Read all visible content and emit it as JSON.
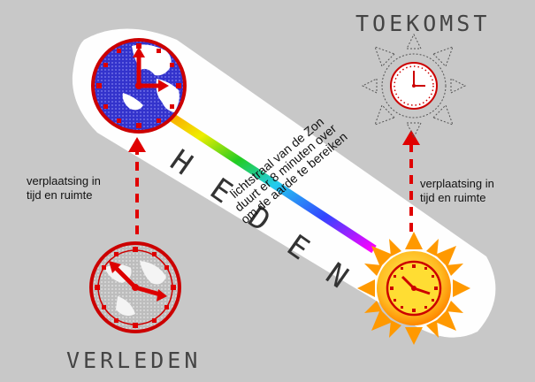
{
  "labels": {
    "future": "TOEKOMST",
    "past": "VERLEDEN",
    "present_letters": [
      "H",
      "E",
      "D",
      "E",
      "N"
    ],
    "move_left": [
      "verplaatsing in",
      "tijd en ruimte"
    ],
    "move_right": [
      "verplaatsing in",
      "tijd en ruimte"
    ],
    "light_ray": [
      "lichtstraal van de Zon",
      "duurt er 8 minuten over",
      "om de aarde te bereiken"
    ]
  },
  "colors": {
    "background": "#c8c8c8",
    "band": "#ffffff",
    "arrow_red": "#e00000",
    "clock_red": "#cc0000",
    "globe_blue": "#3333cc",
    "sun_orange": "#ff9900",
    "sun_yellow": "#ffdd33"
  },
  "icons": {
    "clock_globe_top": "globe-clock-icon",
    "clock_future": "outlined-sun-clock-icon",
    "clock_past": "grey-globe-clock-icon",
    "clock_present": "sun-clock-icon"
  }
}
